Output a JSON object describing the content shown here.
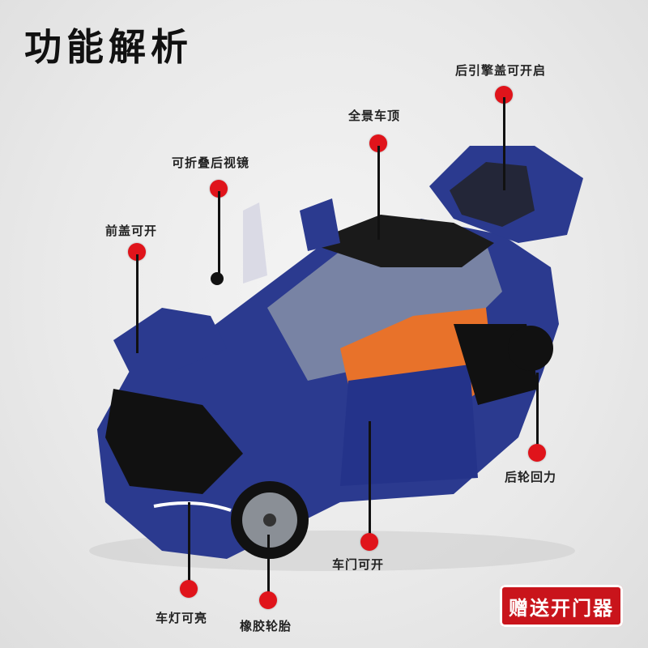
{
  "title": "功能解析",
  "features": {
    "trunk": "后引擎盖可开启",
    "roof": "全景车顶",
    "mirror": "可折叠后视镜",
    "hood": "前盖可开",
    "rear_wheel": "后轮回力",
    "door": "车门可开",
    "headlight": "车灯可亮",
    "tire": "橡胶轮胎"
  },
  "badge": "赠送开门器",
  "colors": {
    "accent": "#e0141b",
    "car_body": "#2b3a8f",
    "interior": "#e8722a"
  }
}
